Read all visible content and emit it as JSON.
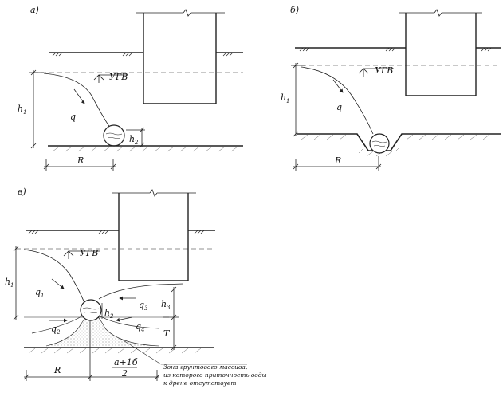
{
  "panels": {
    "a": {
      "letter": "а)",
      "ugv": "УГВ",
      "q": "q",
      "h": "h",
      "h_sub": "1",
      "h2": "h",
      "h2_sub": "2",
      "R": "R"
    },
    "b": {
      "letter": "б)",
      "ugv": "УГВ",
      "q": "q",
      "h": "h",
      "h_sub": "1",
      "R": "R"
    },
    "c": {
      "letter": "в)",
      "ugv": "УГВ",
      "h1": "h",
      "h1_sub": "1",
      "q1": "q",
      "q1_sub": "1",
      "q2": "q",
      "q2_sub": "2",
      "q3": "q",
      "q3_sub": "3",
      "q4": "q",
      "q4_sub": "4",
      "h2": "h",
      "h2_sub": "2",
      "h3": "h",
      "h3_sub": "3",
      "T": "T",
      "R": "R",
      "frac_num": "a+1б",
      "frac_den": "2",
      "zone_note": [
        "Зона грунтового массива,",
        "из которого приточность воды",
        "к дрене отсутствует"
      ]
    }
  }
}
